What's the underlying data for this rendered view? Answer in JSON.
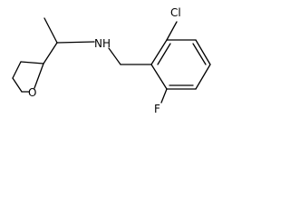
{
  "molecule": {
    "atoms": {
      "chlorine": "Cl",
      "amine": "NH",
      "fluorine": "F",
      "ring_oxygen": "O"
    },
    "bond_color": "#000000",
    "background": "#ffffff"
  }
}
